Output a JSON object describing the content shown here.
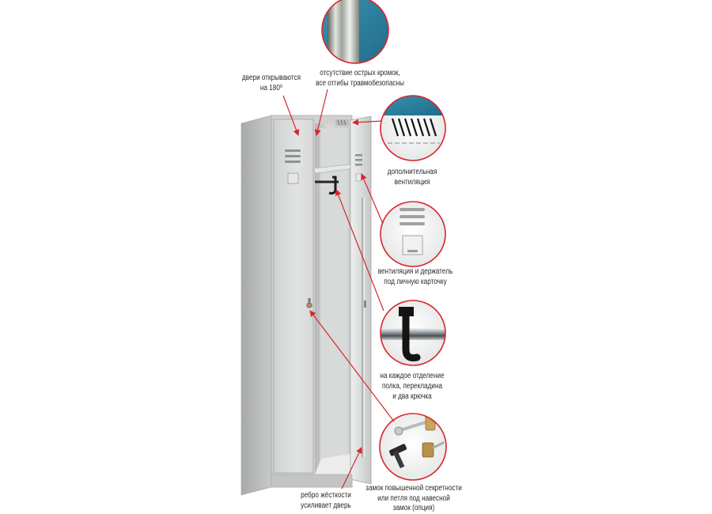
{
  "colors": {
    "accent": "#d7262c",
    "teal": "#2b7c9b",
    "steel": "#cfd0d0"
  },
  "callouts": {
    "doors_open": {
      "line1": "двери открываются",
      "line2": "на 180⁰"
    },
    "no_sharp_edges": {
      "line1": "отсутствие острых кромок,",
      "line2": "все отгибы травмобезопасны"
    },
    "extra_ventilation": {
      "line1": "дополнительная",
      "line2": "вентиляция"
    },
    "vent_card_holder": {
      "line1": "вентиляция и держатель",
      "line2": "под личную карточку"
    },
    "shelf_rod_hooks": {
      "line1": "на каждое отделение",
      "line2": "полка, перекладина",
      "line3": "и два крючка"
    },
    "lock": {
      "line1": "замок повышенной секретности",
      "line2": "или петля под навесной",
      "line3": "замок (опция)"
    },
    "stiffener": {
      "line1": "ребро жёсткости",
      "line2": "усиливает дверь"
    }
  }
}
